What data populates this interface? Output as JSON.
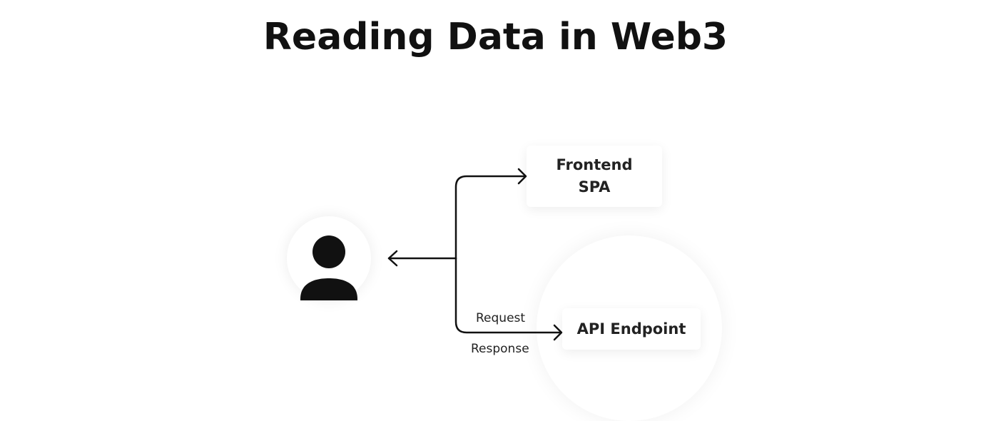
{
  "title": "Reading Data in Web3",
  "nodes": {
    "frontend": {
      "line1": "Frontend",
      "line2": "SPA"
    },
    "api": {
      "label": "API Endpoint"
    },
    "user": {
      "icon": "user-icon"
    }
  },
  "edges": {
    "request_label": "Request",
    "response_label": "Response"
  }
}
